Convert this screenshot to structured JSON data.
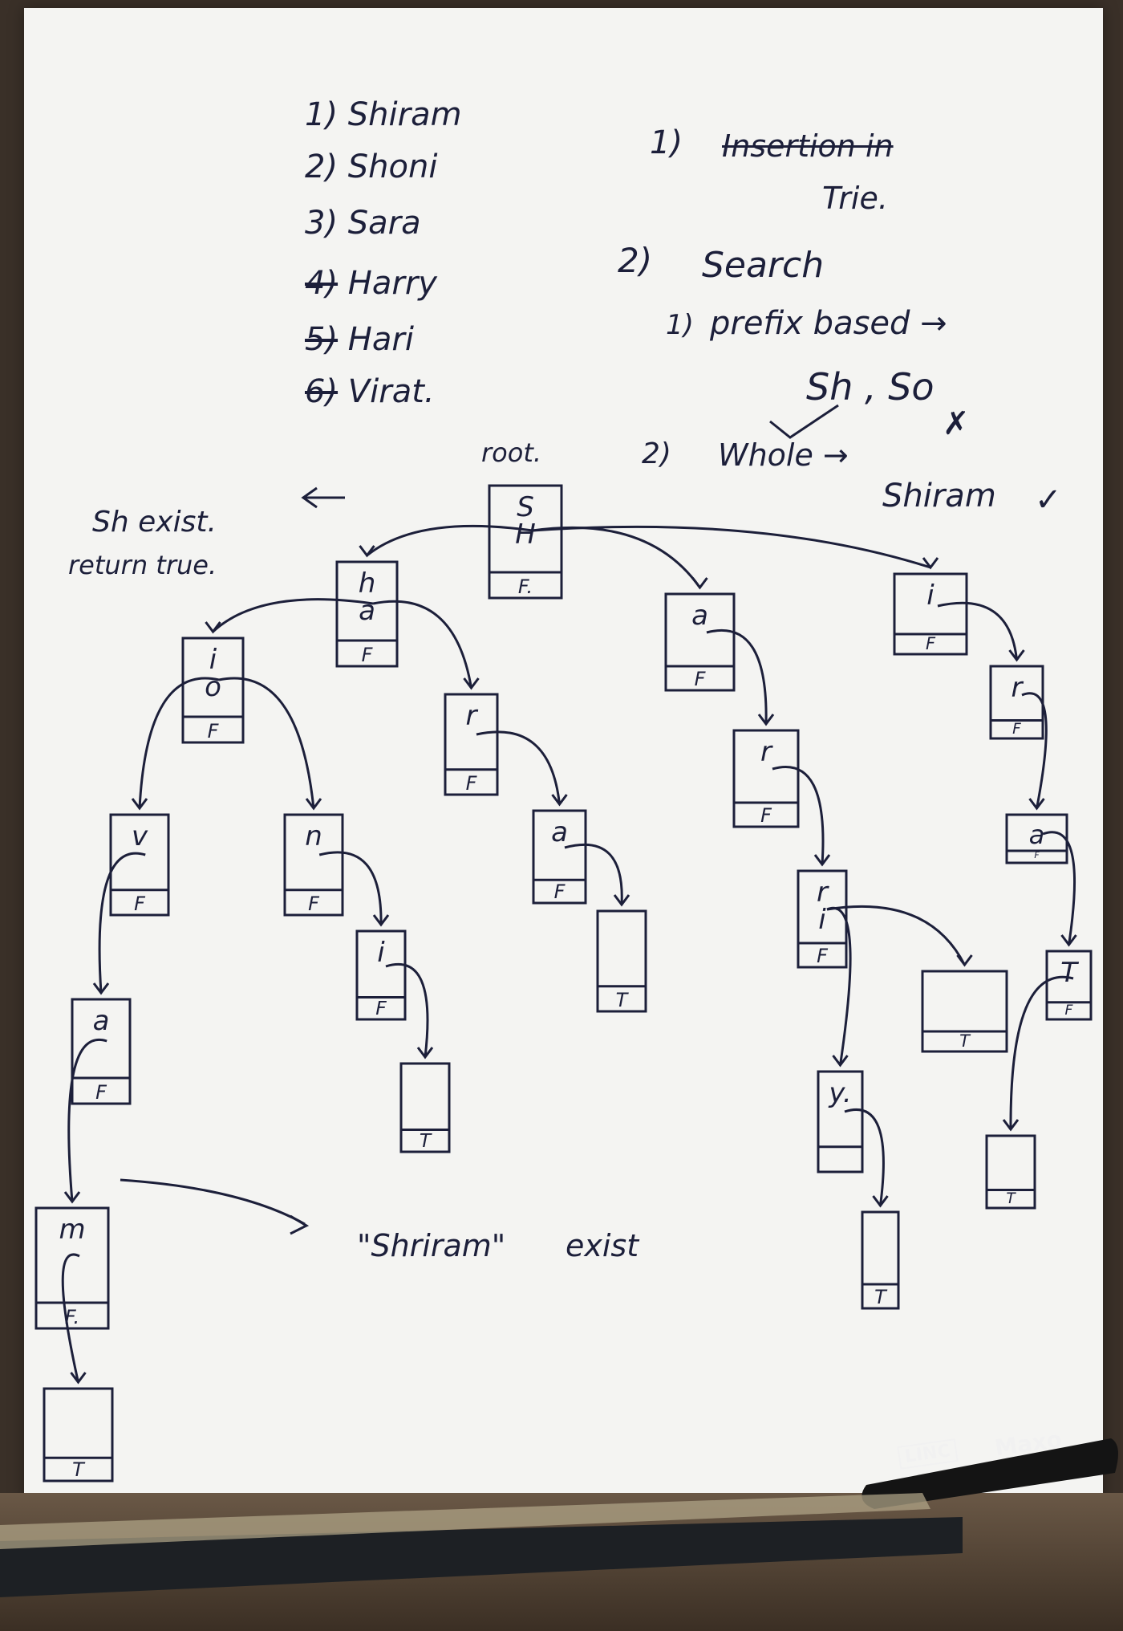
{
  "words": {
    "items": [
      {
        "num": "1)",
        "word": "Shiram"
      },
      {
        "num": "2)",
        "word": "Shoni"
      },
      {
        "num": "3)",
        "word": "Sara"
      },
      {
        "num": "4)",
        "word": "Harry"
      },
      {
        "num": "5)",
        "word": "Hari"
      },
      {
        "num": "6)",
        "word": "Virat."
      }
    ]
  },
  "topics": {
    "t1_num": "1)",
    "t1_text": "Insertion in",
    "t1_text2": "Trie.",
    "t2_num": "2)",
    "t2_text": "Search",
    "t2_sub1_num": "1)",
    "t2_sub1_text": "prefix based →",
    "prefix_examples": "Sh , So",
    "t2_sub2_num": "2)",
    "t2_sub2_text": "Whole →",
    "whole_example": "Shiram"
  },
  "annotations": {
    "root_label": "root.",
    "sh_exist": "Sh exist.",
    "return_true": "return true.",
    "shriram_exist_q1": "\"Shriram\"",
    "shriram_exist_word": "exist",
    "check": "✓",
    "cross": "✗"
  },
  "trie": {
    "nodes": [
      {
        "id": "root",
        "chars": [
          "S",
          "H"
        ],
        "flag": "F."
      },
      {
        "id": "h",
        "chars": [
          "h",
          "a"
        ],
        "flag": "F"
      },
      {
        "id": "hi",
        "chars": [
          "i",
          "o"
        ],
        "flag": "F"
      },
      {
        "id": "hiv",
        "chars": [
          "v"
        ],
        "flag": "F"
      },
      {
        "id": "hiva",
        "chars": [
          "a"
        ],
        "flag": "F"
      },
      {
        "id": "hivam",
        "chars": [
          "m"
        ],
        "flag": "F."
      },
      {
        "id": "end_shivam",
        "chars": [
          ""
        ],
        "flag": "T"
      },
      {
        "id": "hon",
        "chars": [
          "n"
        ],
        "flag": "F"
      },
      {
        "id": "honi",
        "chars": [
          "i"
        ],
        "flag": "F"
      },
      {
        "id": "end_shoni",
        "chars": [
          ""
        ],
        "flag": "T"
      },
      {
        "id": "har",
        "chars": [
          "r"
        ],
        "flag": "F"
      },
      {
        "id": "hara",
        "chars": [
          "a"
        ],
        "flag": "F"
      },
      {
        "id": "end_sara",
        "chars": [
          ""
        ],
        "flag": "T"
      },
      {
        "id": "Ha",
        "chars": [
          "a"
        ],
        "flag": "F"
      },
      {
        "id": "Har",
        "chars": [
          "r"
        ],
        "flag": "F"
      },
      {
        "id": "Harr",
        "chars": [
          "r",
          "i"
        ],
        "flag": "F"
      },
      {
        "id": "end_hari",
        "chars": [
          ""
        ],
        "flag": "T"
      },
      {
        "id": "Harry",
        "chars": [
          "y."
        ],
        "flag": ""
      },
      {
        "id": "end_harry",
        "chars": [
          ""
        ],
        "flag": "T"
      },
      {
        "id": "Vi",
        "chars": [
          "i"
        ],
        "flag": "F"
      },
      {
        "id": "Vir",
        "chars": [
          "r"
        ],
        "flag": "F"
      },
      {
        "id": "Vira",
        "chars": [
          "a"
        ],
        "flag": "F"
      },
      {
        "id": "Virat",
        "chars": [
          "T"
        ],
        "flag": "F"
      },
      {
        "id": "end_virat",
        "chars": [
          ""
        ],
        "flag": "T"
      }
    ]
  },
  "marker": {
    "brand": "LINC",
    "model": "Maxo"
  },
  "colors": {
    "ink": "#1c1f3a",
    "paper": "#f4f4f2",
    "table": "#3a3028"
  }
}
